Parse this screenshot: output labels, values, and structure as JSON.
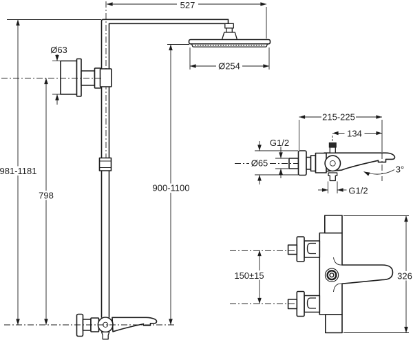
{
  "meta": {
    "drawing_type": "technical dimension drawing",
    "background_color": "#ffffff",
    "line_color": "#1c1c1c"
  },
  "front_view": {
    "dim_width": "527",
    "dim_bracket_diameter": "Ø63",
    "dim_head_diameter": "Ø254",
    "dim_total_height": "981-1181",
    "dim_bracket_height": "798",
    "dim_column_height": "900-1100"
  },
  "side_view": {
    "dim_depth": "215-225",
    "dim_spout_reach": "134",
    "dim_inlet_thread": "G1/2",
    "dim_flange_diameter": "Ø65",
    "dim_spout_angle": "3°",
    "dim_outlet_thread": "G1/2"
  },
  "top_view": {
    "dim_inlet_spacing": "150±15",
    "dim_overall_length": "326"
  }
}
